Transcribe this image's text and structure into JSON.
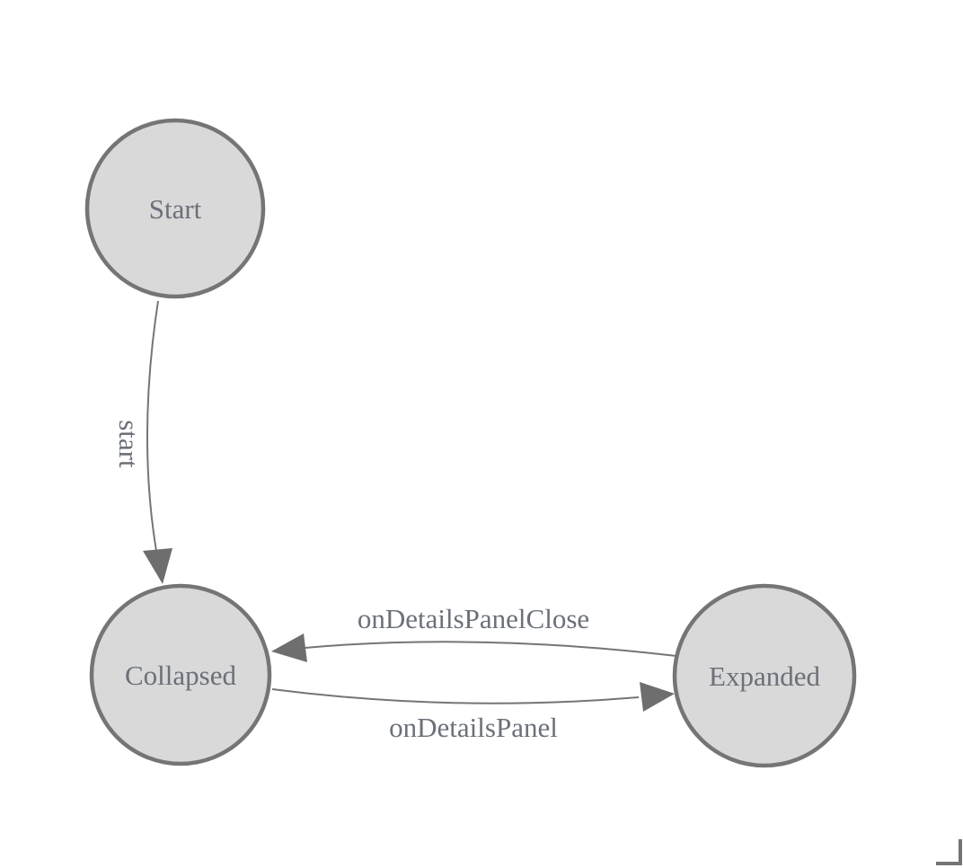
{
  "diagram": {
    "type": "state-machine",
    "states": [
      {
        "id": "start",
        "label": "Start"
      },
      {
        "id": "collapsed",
        "label": "Collapsed"
      },
      {
        "id": "expanded",
        "label": "Expanded"
      }
    ],
    "transitions": [
      {
        "from": "Start",
        "to": "Collapsed",
        "label": "start"
      },
      {
        "from": "Expanded",
        "to": "Collapsed",
        "label": "onDetailsPanelClose"
      },
      {
        "from": "Collapsed",
        "to": "Expanded",
        "label": "onDetailsPanel"
      }
    ],
    "colors": {
      "background": "#ffffff",
      "state_fill": "#d9d9d9",
      "state_stroke": "#757575",
      "edge_stroke": "#757575",
      "arrowhead_fill": "#6e6e6e",
      "label_text": "#6b7079"
    }
  }
}
